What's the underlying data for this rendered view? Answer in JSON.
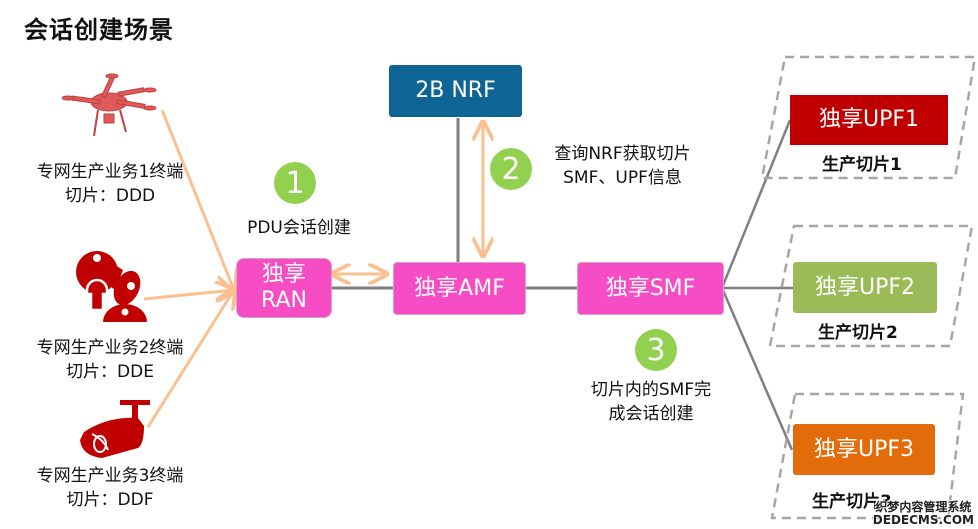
{
  "title": "会话创建场景",
  "terminals": [
    {
      "icon": "drone-icon",
      "line1": "专网生产业务1终端",
      "line2": "切片：DDD"
    },
    {
      "icon": "robot-arm-icon",
      "line1": "专网生产业务2终端",
      "line2": "切片：DDE"
    },
    {
      "icon": "camera-icon",
      "line1": "专网生产业务3终端",
      "line2": "切片：DDF"
    }
  ],
  "nodes": {
    "ran": {
      "line1": "独享",
      "line2": "RAN"
    },
    "amf": "独享AMF",
    "smf": "独享SMF",
    "nrf": "2B NRF",
    "upf1": "独享UPF1",
    "upf2": "独享UPF2",
    "upf3": "独享UPF3"
  },
  "slices": [
    "生产切片1",
    "生产切片2",
    "生产切片3"
  ],
  "steps": [
    {
      "number": "1",
      "line1": "PDU会话创建",
      "line2": ""
    },
    {
      "number": "2",
      "line1": "查询NRF获取切片",
      "line2": "SMF、UPF信息"
    },
    {
      "number": "3",
      "line1": "切片内的SMF完",
      "line2": "成会话创建"
    }
  ],
  "colors": {
    "core_node": "#f64dc4",
    "nrf": "#0f6496",
    "upf1": "#c00000",
    "upf2": "#9bbb59",
    "upf3": "#e36c0a",
    "step_badge": "#92d050",
    "arrow": "#fac090",
    "link": "#808080",
    "icon_red": "#c00000"
  },
  "watermark": {
    "line1": "织梦内容管理系统",
    "line2": "DEDECMS.COM"
  }
}
